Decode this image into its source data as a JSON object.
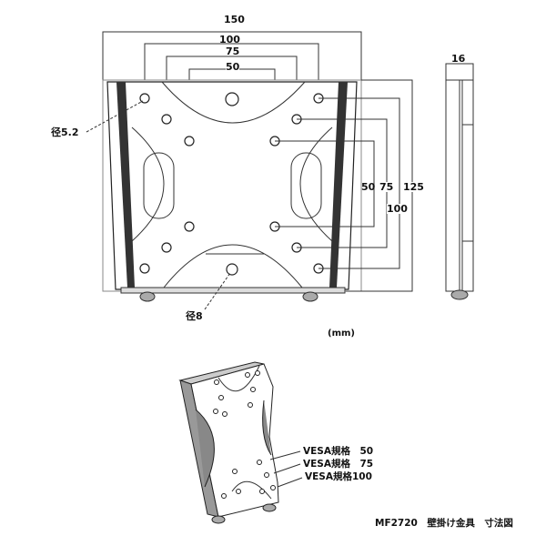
{
  "front_view": {
    "dims_horizontal": {
      "w150": "150",
      "w100": "100",
      "w75": "75",
      "w50": "50"
    },
    "dims_vertical": {
      "h50": "50",
      "h75": "75",
      "h100": "100",
      "h125": "125"
    },
    "hole_small": "径5.2",
    "hole_large": "径8"
  },
  "side_view": {
    "depth": "16"
  },
  "unit": "(mm)",
  "perspective": {
    "labels": [
      "VESA規格　50",
      "VESA規格　75",
      "VESA規格100"
    ]
  },
  "caption": "MF2720　壁掛け金具　寸法図"
}
